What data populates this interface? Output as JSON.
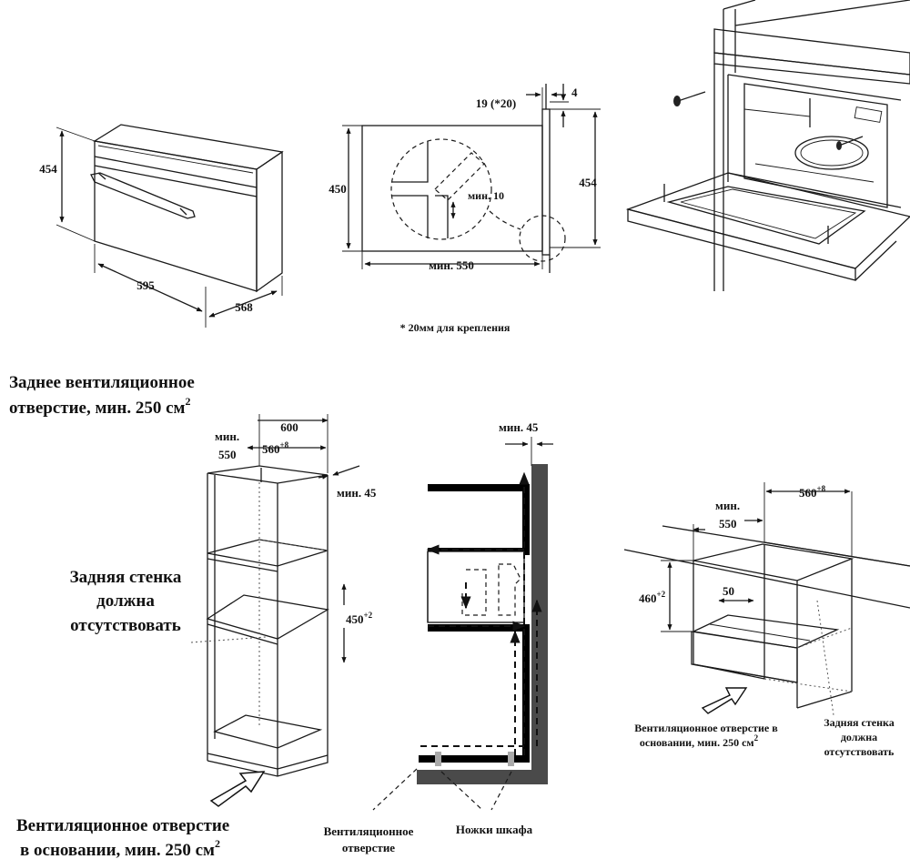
{
  "top_oven": {
    "height": "454",
    "width": "595",
    "depth": "568"
  },
  "top_section": {
    "dim_19": "19 (*20)",
    "dim_4": "4",
    "dim_450": "450",
    "dim_454": "454",
    "min_10": "мин. 10",
    "min_550": "мин. 550"
  },
  "footnote": "* 20мм для крепления",
  "tall_cabinet": {
    "rear_vent_line1": "Заднее вентиляционное",
    "rear_vent_line2": "отверстие, мин. 250 см",
    "rear_vent_sup": "2",
    "dim_600": "600",
    "min_label": "мин.",
    "dim_550": "550",
    "dim_560": "560",
    "dim_560_sup": "+8",
    "min_45": "мин. 45",
    "dim_450": "450",
    "dim_450_sup": "+2",
    "back_wall_line1": "Задняя стенка",
    "back_wall_line2": "должна",
    "back_wall_line3": "отсутствовать",
    "base_vent_line1": "Вентиляционное отверстие",
    "base_vent_line2": "в основании, мин. 250 см",
    "base_vent_sup": "2"
  },
  "airflow": {
    "min_45": "мин. 45",
    "vent_line1": "Вентиляционное",
    "vent_line2": "отверстие",
    "legs": "Ножки шкафа"
  },
  "undercounter": {
    "min_label": "мин.",
    "dim_550": "550",
    "dim_560": "560",
    "dim_560_sup": "+8",
    "dim_460": "460",
    "dim_460_sup": "+2",
    "dim_50": "50",
    "vent_line1": "Вентиляционное отверстие в",
    "vent_line2": "основании, мин. 250 см",
    "vent_sup": "2",
    "back_wall_line1": "Задняя стенка",
    "back_wall_line2": "должна",
    "back_wall_line3": "отсутствовать"
  }
}
